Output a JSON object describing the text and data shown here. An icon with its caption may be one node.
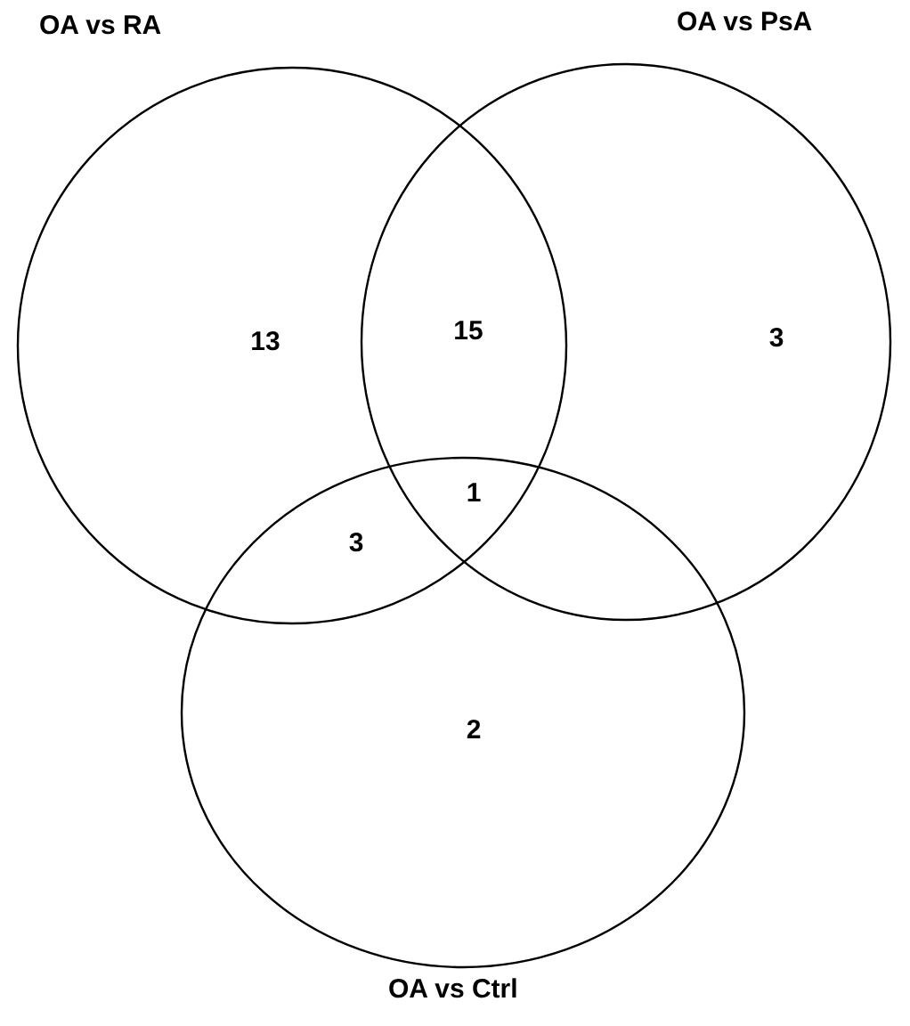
{
  "diagram": {
    "nodes": [
      {
        "text": [
          "OA vs RA"
        ]
      },
      {
        "text": [
          "OA vs PsA"
        ]
      },
      {
        "text": [
          "OA vs Ctrl"
        ]
      }
    ],
    "labels": [
      "13",
      "15",
      "3",
      "1",
      "3",
      "2"
    ]
  }
}
